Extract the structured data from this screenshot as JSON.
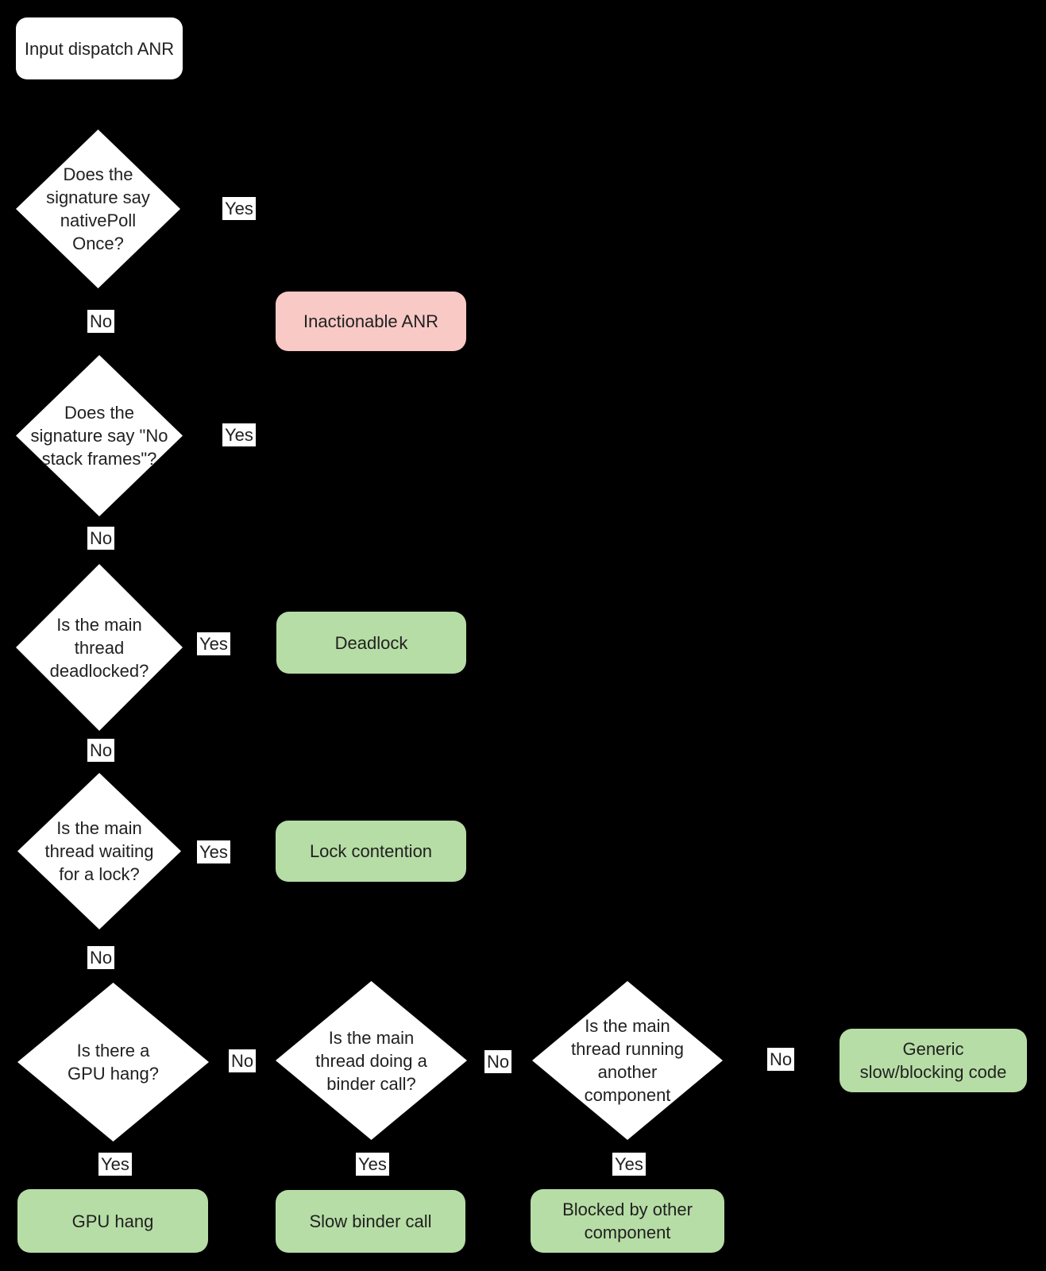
{
  "diagram": {
    "start_node": {
      "label": "Input dispatch ANR"
    },
    "decisions": {
      "native_poll": {
        "label": "Does the\nsignature say\nnativePoll\nOnce?"
      },
      "no_stack_frames": {
        "label": "Does the\nsignature say \"No\nstack frames\"?"
      },
      "deadlocked": {
        "label": "Is the main\nthread\ndeadlocked?"
      },
      "waiting_lock": {
        "label": "Is the main\nthread waiting\nfor a lock?"
      },
      "gpu_hang": {
        "label": "Is there a\nGPU hang?"
      },
      "binder_call": {
        "label": "Is the main\nthread doing a\nbinder call?"
      },
      "another_component": {
        "label": "Is the main\nthread running\nanother\ncomponent"
      }
    },
    "outcomes": {
      "inactionable_anr": {
        "label": "Inactionable ANR",
        "type": "negative"
      },
      "deadlock": {
        "label": "Deadlock",
        "type": "positive"
      },
      "lock_contention": {
        "label": "Lock contention",
        "type": "positive"
      },
      "gpu_hang": {
        "label": "GPU hang",
        "type": "positive"
      },
      "slow_binder_call": {
        "label": "Slow binder call",
        "type": "positive"
      },
      "blocked_by_other": {
        "label": "Blocked by other\ncomponent",
        "type": "positive"
      },
      "generic_slow": {
        "label": "Generic\nslow/blocking code",
        "type": "positive"
      }
    },
    "edge_labels": {
      "yes": "Yes",
      "no": "No"
    },
    "colors": {
      "background": "#000000",
      "node_fill": "#ffffff",
      "text": "#212121",
      "outcome_negative": "#f8c9c5",
      "outcome_positive": "#b6dda5"
    }
  }
}
